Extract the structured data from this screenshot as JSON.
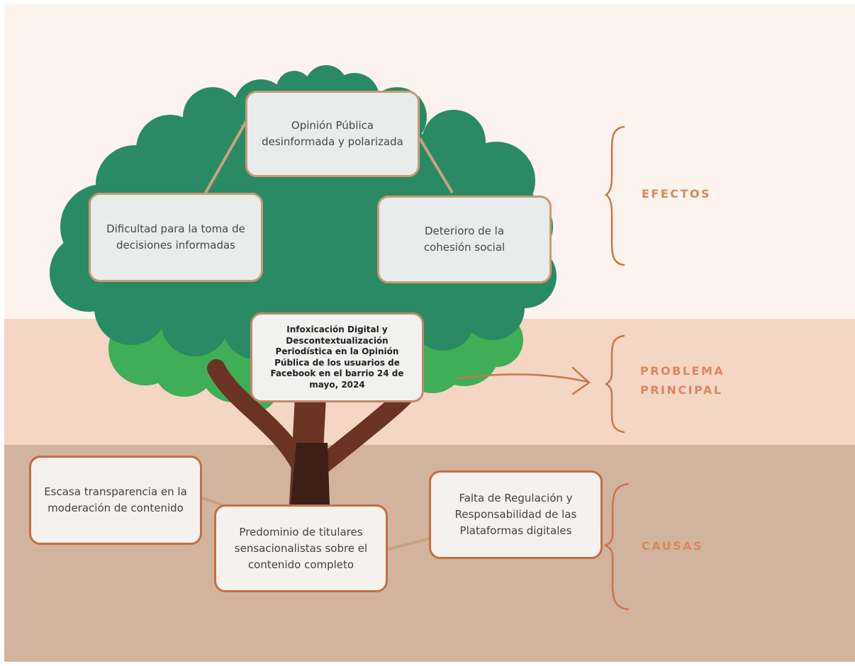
{
  "colors": {
    "band_effects": "#fcf3ee",
    "band_problem": "#f5d5c4",
    "band_causes": "#d2b39e",
    "canopy_dark": "#2a8a63",
    "canopy_light": "#3fae56",
    "trunk": "#6a3324",
    "root": "#3d1f16",
    "accent_label": "#d9875a"
  },
  "effects": {
    "top": "Opinión Pública desinformada y polarizada",
    "left": "Dificultad para la toma de decisiones informadas",
    "right": "Deterioro de la cohesión social"
  },
  "problem": "Infoxicación Digital y Descontextualización Periodística en la Opinión Pública de los usuarios de Facebook en el barrio 24 de mayo, 2024",
  "causes": {
    "left": "Escasa transparencia en la moderación de contenido",
    "center": "Predominio de titulares sensacionalistas sobre el contenido completo",
    "right": "Falta de Regulación y Responsabilidad de las Plataformas digitales"
  },
  "labels": {
    "effects": "EFECTOS",
    "problem_line1": "PROBLEMA",
    "problem_line2": "PRINCIPAL",
    "causes": "CAUSAS"
  }
}
